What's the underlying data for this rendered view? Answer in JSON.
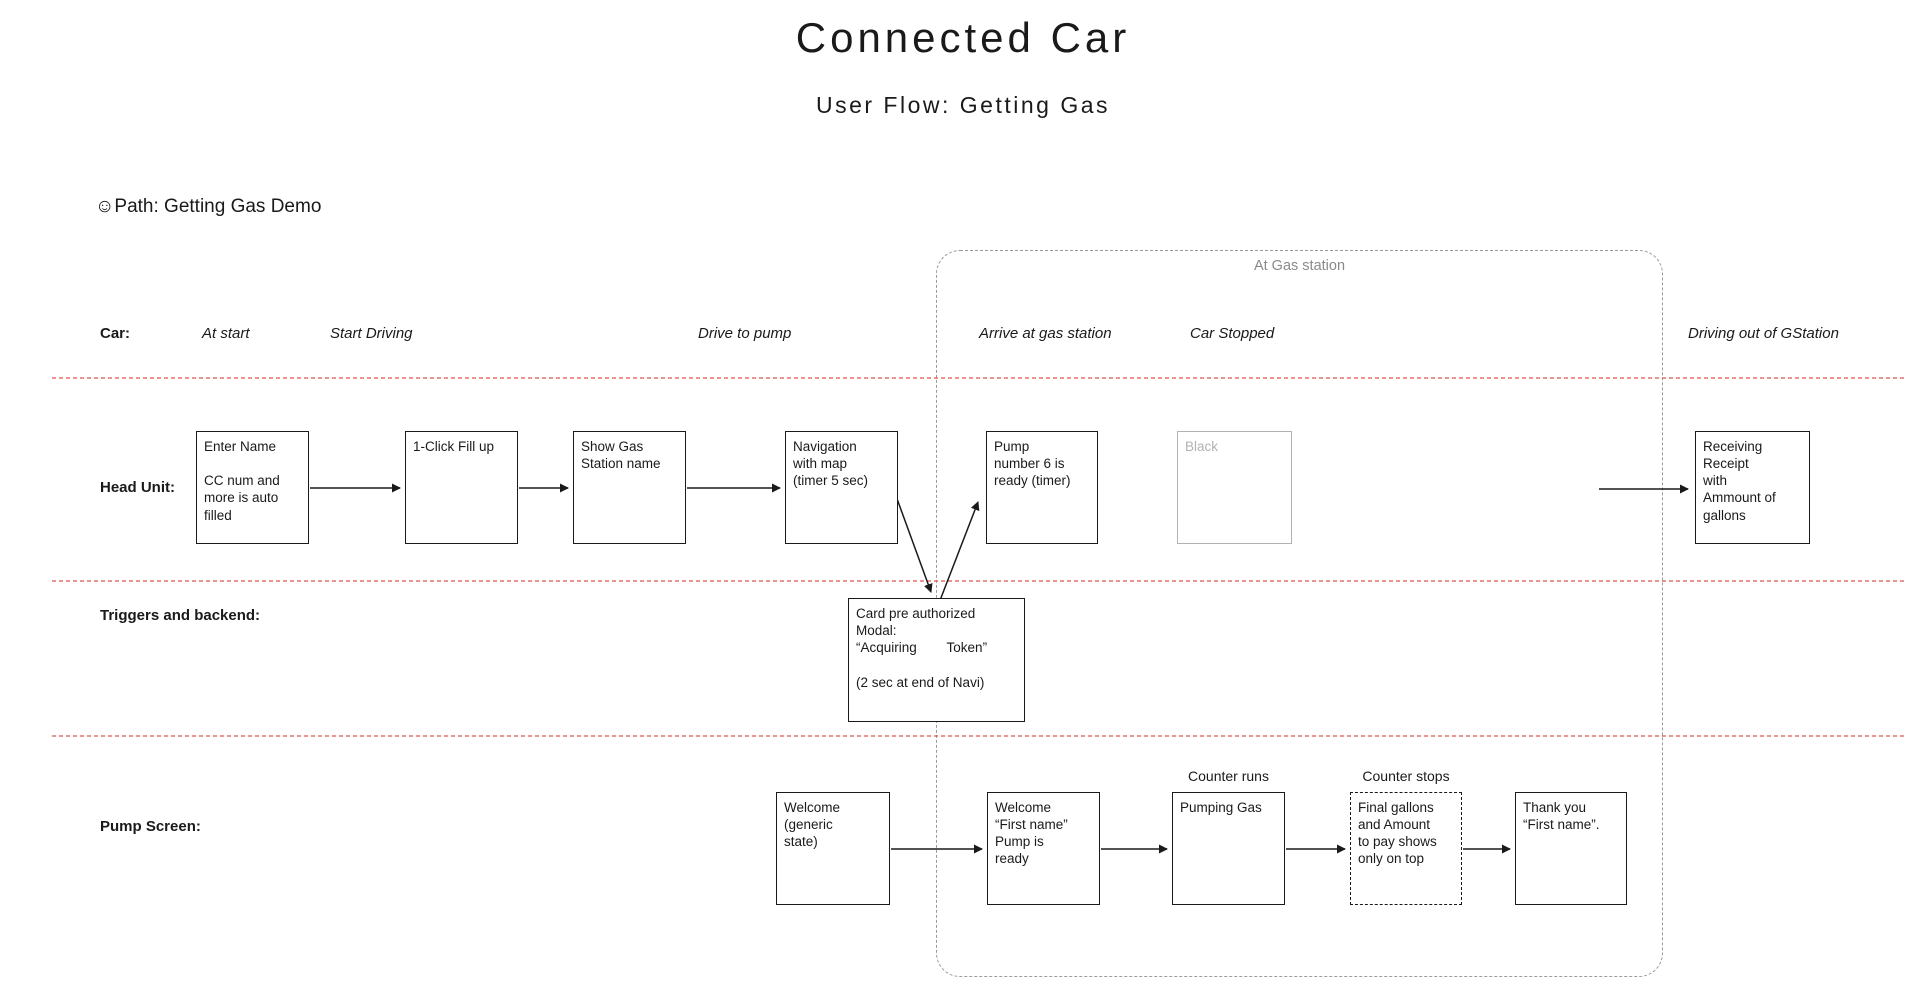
{
  "title": "Connected Car",
  "subtitle": "User Flow: Getting Gas",
  "path_label": "☺Path: Getting Gas Demo",
  "zone_label": "At Gas station",
  "row_labels": {
    "car": "Car:",
    "head_unit": "Head Unit:",
    "triggers": "Triggers and backend:",
    "pump": "Pump Screen:"
  },
  "car_stages": [
    {
      "label": "At start"
    },
    {
      "label": "Start Driving"
    },
    {
      "label": "Drive to pump"
    },
    {
      "label": "Arrive at gas station"
    },
    {
      "label": "Car Stopped"
    },
    {
      "label": "Driving out of GStation"
    }
  ],
  "head_unit_boxes": [
    {
      "text": "Enter Name\n\nCC num and\nmore is auto\nfilled"
    },
    {
      "text": "1-Click Fill up"
    },
    {
      "text": "Show Gas\nStation name"
    },
    {
      "text": "Navigation\nwith map\n(timer 5 sec)"
    },
    {
      "text": "Pump\nnumber 6 is\nready (timer)"
    },
    {
      "text": "Black"
    },
    {
      "text": "Receiving\nReceipt\nwith\nAmmount of\ngallons"
    }
  ],
  "trigger_box": {
    "text": "Card pre authorized\nModal:\n“Acquiring        Token”\n\n(2 sec at end of Navi)"
  },
  "pump_boxes": [
    {
      "text": "Welcome\n(generic\nstate)"
    },
    {
      "text": "Welcome\n“First name”\nPump is\nready"
    },
    {
      "text": "Pumping Gas"
    },
    {
      "text": "Final gallons\nand Amount\nto pay shows\nonly on top"
    },
    {
      "text": "Thank you\n“First name”."
    }
  ],
  "pump_annotations": {
    "counter_runs": "Counter runs",
    "counter_stops": "Counter stops"
  },
  "colors": {
    "divider_red": "#e0534a",
    "zone_border": "#9a9a9a",
    "muted_gray": "#8a8a8a",
    "box_border": "#1a1a1a"
  }
}
